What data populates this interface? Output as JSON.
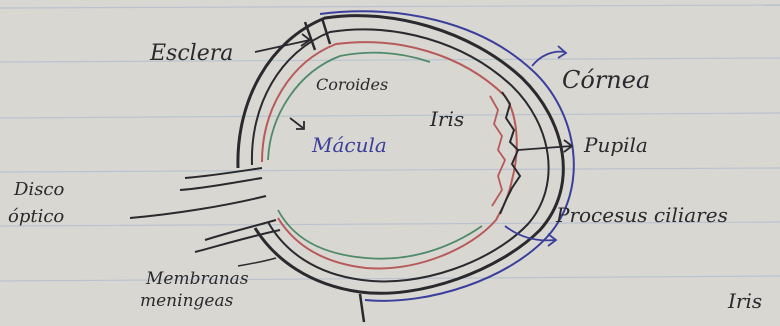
{
  "labels": {
    "esclera": "Esclera",
    "coroides": "Coroides",
    "cornea": "Córnea",
    "iris": "Iris",
    "macula": "Mácula",
    "pupila": "Pupila",
    "disco_optico_1": "Disco",
    "disco_optico_2": "óptico",
    "procesos_ciliares": "Procesus ciliares",
    "meninges_1": "Membranas",
    "meninges_2": "meningeas",
    "iris_fragment": "Iris"
  },
  "colors": {
    "paper": "#d9d7d2",
    "ruled_line": "#b9c3cf",
    "ink_dark": "#2a2a2e",
    "ink_blue": "#3a3f9c",
    "ink_red": "#b85a5a",
    "ink_green": "#4f8a6a"
  }
}
